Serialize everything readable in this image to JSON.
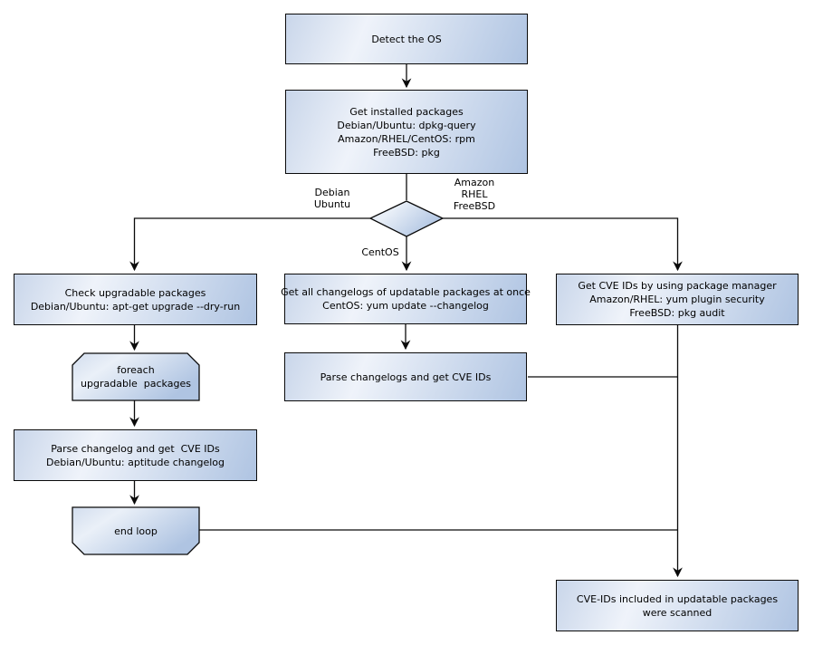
{
  "nodes": {
    "detect_os": {
      "label": "Detect the OS"
    },
    "get_installed": {
      "label": "Get installed packages\nDebian/Ubuntu: dpkg-query\nAmazon/RHEL/CentOS: rpm\nFreeBSD: pkg"
    },
    "check_upgradable": {
      "label": "Check upgradable packages\nDebian/Ubuntu: apt-get upgrade --dry-run"
    },
    "foreach_loop": {
      "label": "foreach\nupgradable  packages"
    },
    "parse_changelog_debian": {
      "label": "Parse changelog and get  CVE IDs\nDebian/Ubuntu: aptitude changelog"
    },
    "end_loop": {
      "label": "end loop"
    },
    "get_all_changelogs_centos": {
      "label": "Get all changelogs of updatable packages at once\nCentOS: yum update --changelog"
    },
    "parse_changelogs_centos": {
      "label": "Parse changelogs and get CVE IDs"
    },
    "get_cve_package_manager": {
      "label": "Get CVE IDs by using package manager\nAmazon/RHEL: yum plugin security\nFreeBSD: pkg audit"
    },
    "scanned_result": {
      "label": "CVE-IDs included in updatable packages\nwere scanned"
    }
  },
  "edge_labels": {
    "debian_ubuntu": "Debian\nUbuntu",
    "amazon_rhel_freebsd": "Amazon\nRHEL\nFreeBSD",
    "centos": "CentOS"
  },
  "colors": {
    "node_border": "#0a0a0a",
    "connector": "#0a0a0a",
    "grad_a": "#c9d6ea",
    "grad_b": "#eff3fa",
    "grad_c": "#afc4e2",
    "text": "#000000",
    "bg": "#ffffff"
  }
}
